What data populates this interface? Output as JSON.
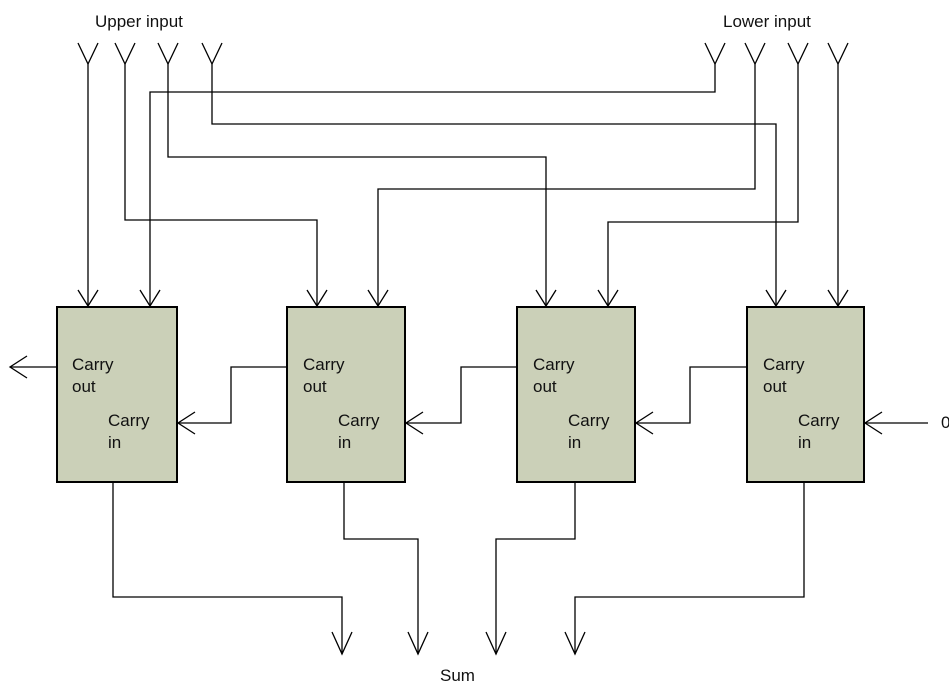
{
  "labels": {
    "upper_input": "Upper input",
    "lower_input": "Lower input",
    "sum": "Sum",
    "carry_in_source": "0"
  },
  "adders": [
    {
      "carry_out_line1": "Carry",
      "carry_out_line2": "out",
      "carry_in_line1": "Carry",
      "carry_in_line2": "in"
    },
    {
      "carry_out_line1": "Carry",
      "carry_out_line2": "out",
      "carry_in_line1": "Carry",
      "carry_in_line2": "in"
    },
    {
      "carry_out_line1": "Carry",
      "carry_out_line2": "out",
      "carry_in_line1": "Carry",
      "carry_in_line2": "in"
    },
    {
      "carry_out_line1": "Carry",
      "carry_out_line2": "out",
      "carry_in_line1": "Carry",
      "carry_in_line2": "in"
    }
  ]
}
